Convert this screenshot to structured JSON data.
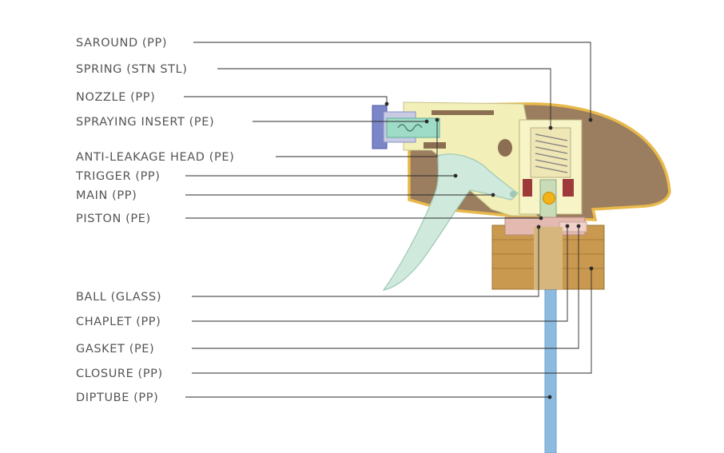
{
  "diagram": {
    "parts": [
      {
        "id": "saround",
        "label": "SAROUND (PP)"
      },
      {
        "id": "spring",
        "label": "SPRING (STN STL)"
      },
      {
        "id": "nozzle",
        "label": "NOZZLE (PP)"
      },
      {
        "id": "spraying-insert",
        "label": "SPRAYING INSERT (PE)"
      },
      {
        "id": "anti-leakage-head",
        "label": "ANTI-LEAKAGE HEAD (PE)"
      },
      {
        "id": "trigger",
        "label": "TRIGGER (PP)"
      },
      {
        "id": "main",
        "label": "MAIN (PP)"
      },
      {
        "id": "piston",
        "label": "PISTON (PE)"
      },
      {
        "id": "ball",
        "label": "BALL (GLASS)"
      },
      {
        "id": "chaplet",
        "label": "CHAPLET (PP)"
      },
      {
        "id": "gasket",
        "label": "GASKET (PE)"
      },
      {
        "id": "closure",
        "label": "CLOSURE (PP)"
      },
      {
        "id": "diptube",
        "label": "DIPTUBE (PP)"
      }
    ],
    "colors": {
      "saround": "#9b7d5f",
      "saround_edge": "#e8b94a",
      "main_body": "#f2efb8",
      "trigger": "#cfe9dc",
      "nozzle": "#7b86c9",
      "closure": "#c9994f",
      "diptube": "#8dbbe0",
      "ball": "#f1b21a",
      "insert": "#9fdcc8",
      "gasket": "#f1d2c8"
    }
  }
}
